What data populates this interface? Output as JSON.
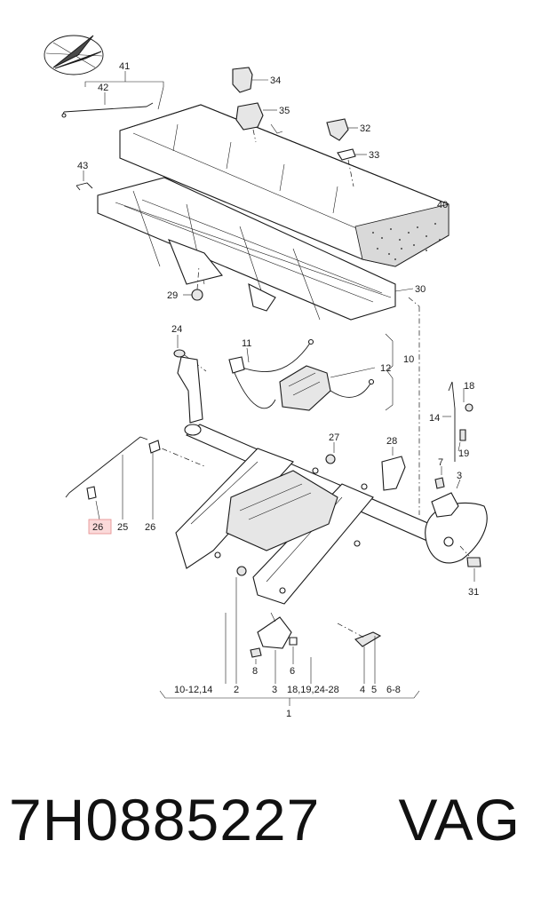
{
  "diagram": {
    "callouts": [
      {
        "id": "c41",
        "label": "41"
      },
      {
        "id": "c42",
        "label": "42"
      },
      {
        "id": "c34",
        "label": "34"
      },
      {
        "id": "c35",
        "label": "35"
      },
      {
        "id": "c32",
        "label": "32"
      },
      {
        "id": "c33",
        "label": "33"
      },
      {
        "id": "c43",
        "label": "43"
      },
      {
        "id": "c40",
        "label": "40"
      },
      {
        "id": "c29",
        "label": "29"
      },
      {
        "id": "c30",
        "label": "30"
      },
      {
        "id": "c24",
        "label": "24"
      },
      {
        "id": "c11",
        "label": "11"
      },
      {
        "id": "c10",
        "label": "10"
      },
      {
        "id": "c12",
        "label": "12"
      },
      {
        "id": "c18",
        "label": "18"
      },
      {
        "id": "c14",
        "label": "14"
      },
      {
        "id": "c19",
        "label": "19"
      },
      {
        "id": "c27",
        "label": "27"
      },
      {
        "id": "c28",
        "label": "28"
      },
      {
        "id": "c7",
        "label": "7"
      },
      {
        "id": "c3a",
        "label": "3"
      },
      {
        "id": "c26hl",
        "label": "26",
        "highlighted": true
      },
      {
        "id": "c25",
        "label": "25"
      },
      {
        "id": "c26",
        "label": "26"
      },
      {
        "id": "c31",
        "label": "31"
      },
      {
        "id": "c8",
        "label": "8"
      },
      {
        "id": "c6",
        "label": "6"
      }
    ],
    "bottom_groups": [
      {
        "id": "g1",
        "label": "10-12,14"
      },
      {
        "id": "g2",
        "label": "2"
      },
      {
        "id": "g3",
        "label": "3"
      },
      {
        "id": "g4",
        "label": "18,19,24-28"
      },
      {
        "id": "g5",
        "label": "4"
      },
      {
        "id": "g6",
        "label": "5"
      },
      {
        "id": "g7",
        "label": "6-8"
      }
    ],
    "assembly_label": "1",
    "highlight_color": "#fbdada"
  },
  "footer": {
    "part_number": "7H0885227",
    "brand": "VAG"
  }
}
